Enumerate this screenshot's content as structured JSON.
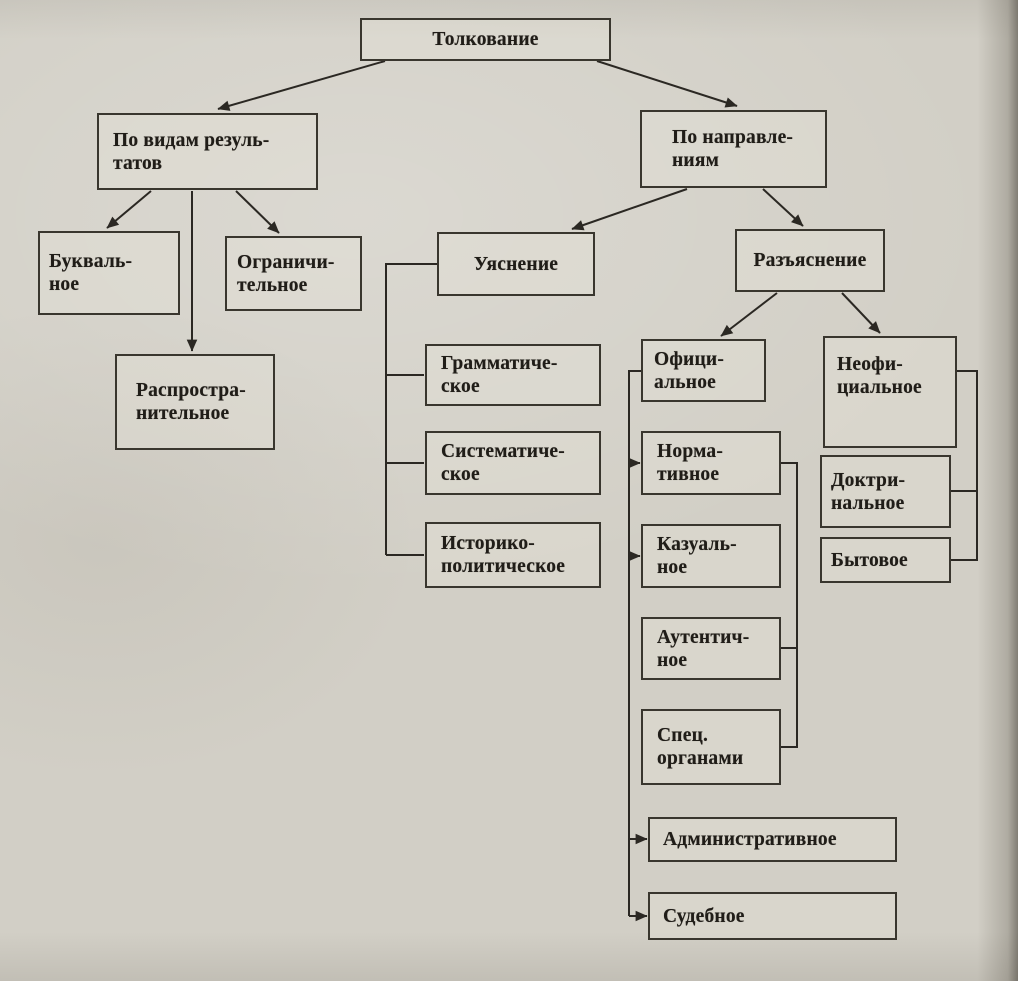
{
  "page": {
    "background_color": "#d2cfc6",
    "line_color": "#2b2823",
    "language": "ru"
  },
  "nodes": {
    "tolkovanie": {
      "label": "Толкование"
    },
    "po_vidam_rezultatov": {
      "label": "По видам резуль-\nтатов"
    },
    "po_napravleniyam": {
      "label": "По направле-\nниям"
    },
    "bukvalnoe": {
      "label": "Букваль-\nное"
    },
    "ogranichitelnoe": {
      "label": "Ограничи-\nтельное"
    },
    "rasprostranitelnoe": {
      "label": "Распростра-\nнительное"
    },
    "uyasnenie": {
      "label": "Уяснение"
    },
    "razyasnenie": {
      "label": "Разъяснение"
    },
    "grammaticheskoe": {
      "label": "Грамматиче-\nское"
    },
    "sistematicheskoe": {
      "label": "Системати­че-\nское"
    },
    "istoriko_politicheskoe": {
      "label": "Историко-\nполитическое"
    },
    "ofitsialnoe": {
      "label": "Офици-\nальное"
    },
    "neofitsialnoe": {
      "label": "Неофи-\nциальное"
    },
    "normativnoe": {
      "label": "Норма-\nтивное"
    },
    "kazualnoe": {
      "label": "Казуаль-\nное"
    },
    "autentichnoe": {
      "label": "Аутентич-\nное"
    },
    "spets_organami": {
      "label": "Спец.\nорганами"
    },
    "doktrinalnoe": {
      "label": "Доктри-\nнальное"
    },
    "bytovoe": {
      "label": "Бытовое"
    },
    "administrativnoe": {
      "label": "Административное"
    },
    "sudebnoe": {
      "label": "Судебное"
    }
  },
  "edges": [
    {
      "from": "tolkovanie",
      "to": "po_vidam_rezultatov"
    },
    {
      "from": "tolkovanie",
      "to": "po_napravleniyam"
    },
    {
      "from": "po_vidam_rezultatov",
      "to": "bukvalnoe"
    },
    {
      "from": "po_vidam_rezultatov",
      "to": "ogranichitelnoe"
    },
    {
      "from": "po_vidam_rezultatov",
      "to": "rasprostranitelnoe"
    },
    {
      "from": "po_napravleniyam",
      "to": "uyasnenie"
    },
    {
      "from": "po_napravleniyam",
      "to": "razyasnenie"
    },
    {
      "from": "uyasnenie",
      "to": "grammaticheskoe"
    },
    {
      "from": "uyasnenie",
      "to": "sistematicheskoe"
    },
    {
      "from": "uyasnenie",
      "to": "istoriko_politicheskoe"
    },
    {
      "from": "razyasnenie",
      "to": "ofitsialnoe"
    },
    {
      "from": "razyasnenie",
      "to": "neofitsialnoe"
    },
    {
      "from": "ofitsialnoe",
      "to": "normativnoe"
    },
    {
      "from": "ofitsialnoe",
      "to": "kazualnoe"
    },
    {
      "from": "ofitsialnoe",
      "to": "administrativnoe"
    },
    {
      "from": "ofitsialnoe",
      "to": "sudebnoe"
    },
    {
      "from": "normativnoe",
      "to": "autentichnoe"
    },
    {
      "from": "normativnoe",
      "to": "spets_organami"
    },
    {
      "from": "neofitsialnoe",
      "to": "doktrinalnoe"
    },
    {
      "from": "neofitsialnoe",
      "to": "bytovoe"
    }
  ]
}
